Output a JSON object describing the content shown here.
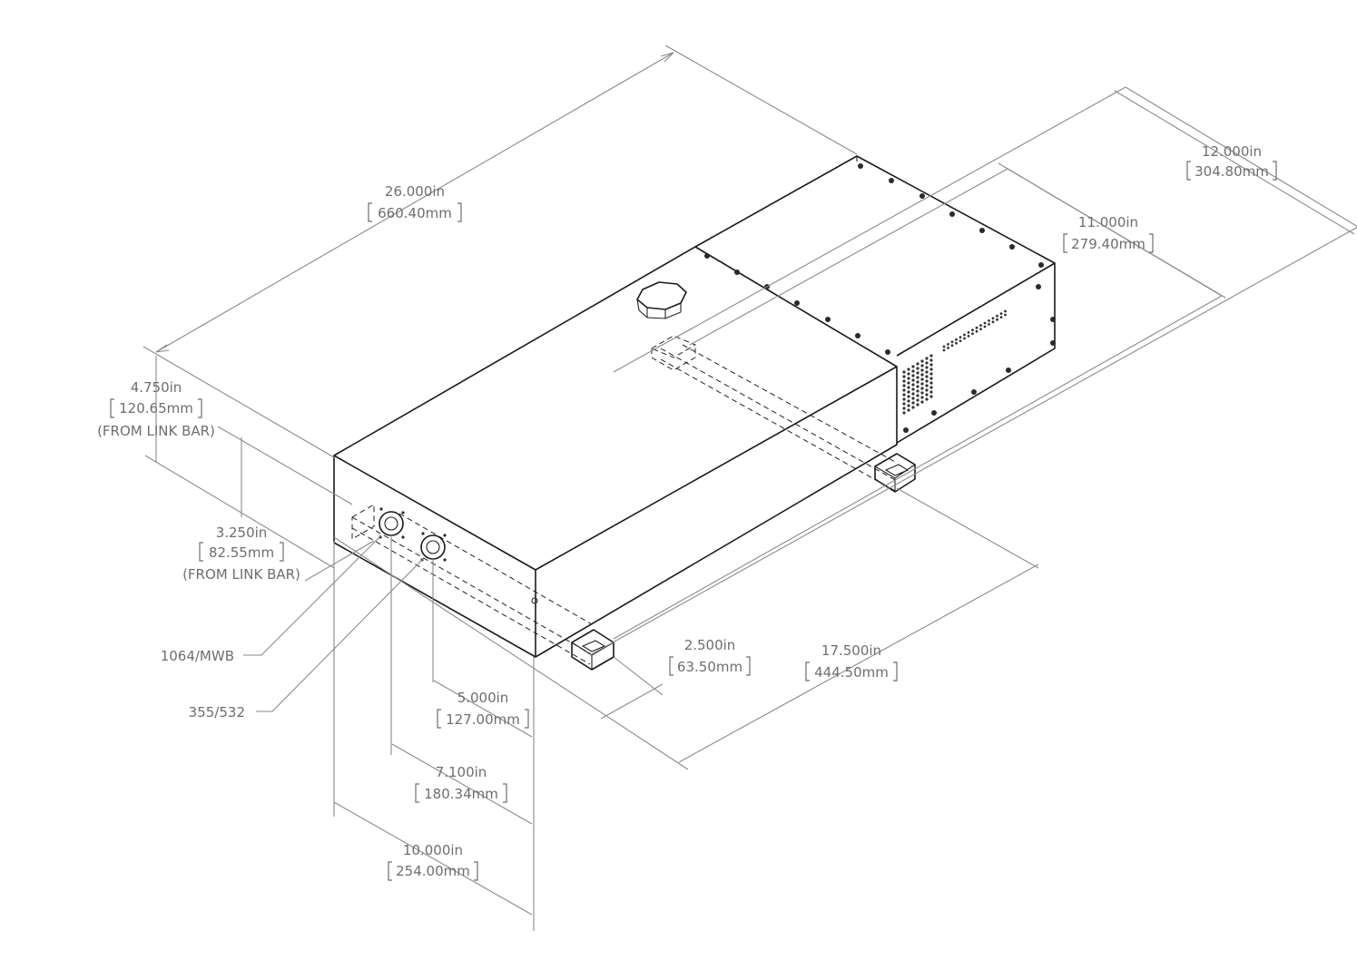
{
  "dimensions": {
    "overall_length": {
      "in": "26.000in",
      "mm": "660.40mm"
    },
    "overall_width": {
      "in": "12.000in",
      "mm": "304.80mm"
    },
    "foot_spacing_width": {
      "in": "11.000in",
      "mm": "279.40mm"
    },
    "height_top": {
      "in": "4.750in",
      "mm": "120.65mm",
      "note": "(FROM LINK BAR)"
    },
    "beam_height": {
      "in": "3.250in",
      "mm": "82.55mm",
      "note": "(FROM LINK BAR)"
    },
    "foot_spacing_length": {
      "in": "17.500in",
      "mm": "444.50mm"
    },
    "foot_offset": {
      "in": "2.500in",
      "mm": "63.50mm"
    },
    "port_355_offset": {
      "in": "5.000in",
      "mm": "127.00mm"
    },
    "port_1064_offset": {
      "in": "7.100in",
      "mm": "180.34mm"
    },
    "front_width": {
      "in": "10.000in",
      "mm": "254.00mm"
    }
  },
  "port_labels": {
    "port_1064": "1064/MWB",
    "port_355": "355/532"
  }
}
